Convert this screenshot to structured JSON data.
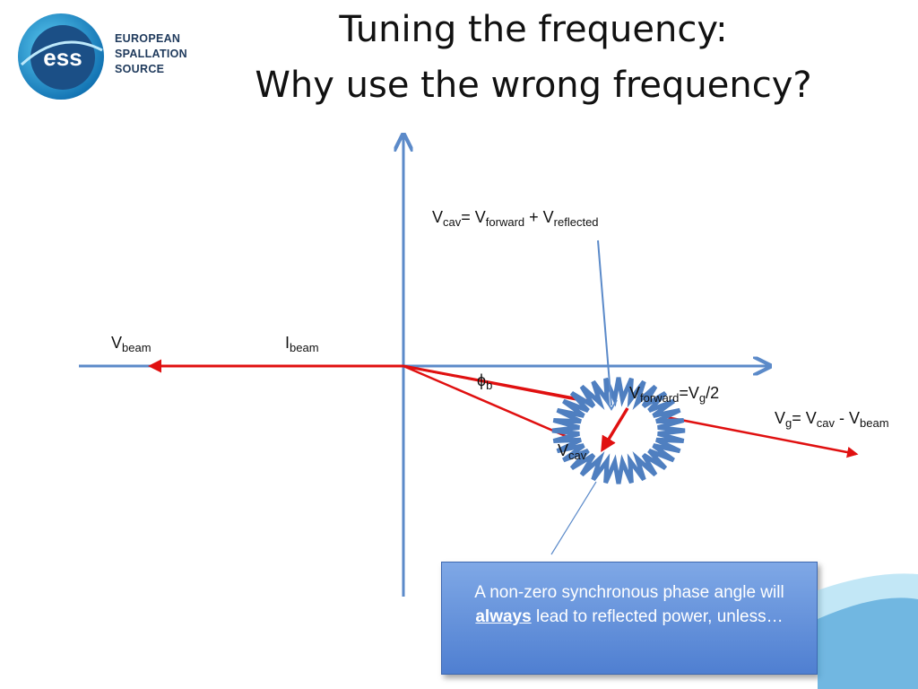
{
  "title": {
    "line1": "Tuning the frequency:",
    "line2": "Why use the wrong frequency?"
  },
  "logo": {
    "mark": "ess",
    "line1": "EUROPEAN",
    "line2": "SPALLATION",
    "line3": "SOURCE",
    "colors": {
      "ring": "#1aa0d8",
      "dark": "#1f3a5c"
    }
  },
  "labels": {
    "v_beam": {
      "base": "V",
      "sub": "beam"
    },
    "i_beam": {
      "base": "I",
      "sub": "beam"
    },
    "v_cav_eq": {
      "lhs_base": "V",
      "lhs_sub": "cav",
      "eq": "= ",
      "t1_base": "V",
      "t1_sub": "forward",
      "plus": " + ",
      "t2_base": "V",
      "t2_sub": "reflected"
    },
    "phi_b": {
      "base": "ϕ",
      "sub": "b"
    },
    "v_forward_eq": {
      "base": "V",
      "sub": "forward",
      "rest": "=V",
      "rest_sub": "g",
      "tail": "/2"
    },
    "v_g_eq": {
      "base": "V",
      "sub": "g",
      "eq": "= V",
      "sub2": "cav",
      "minus": " - V",
      "sub3": "beam"
    },
    "v_cav_partial": {
      "base": "V",
      "sub": "cav"
    }
  },
  "callout": {
    "text_before": "A non-zero synchronous phase angle will ",
    "emphasis": "always",
    "text_after": " lead to reflected power, unless…"
  },
  "colors": {
    "axis": "#5b8ac9",
    "vector": "#e01010",
    "burst_fill": "#ffffff",
    "burst_stroke": "#4f7fc0"
  }
}
